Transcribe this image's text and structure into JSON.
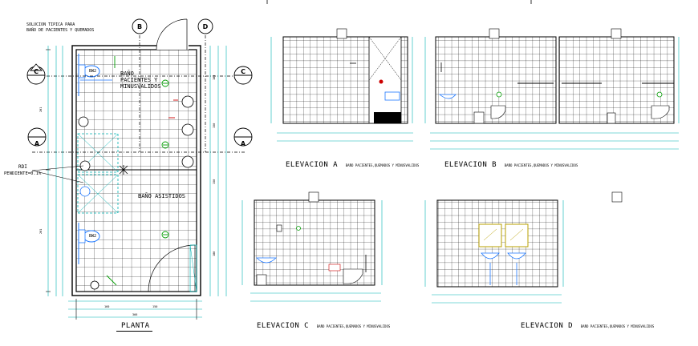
{
  "header": {
    "line1": "SOLUCION TIPICA PARA",
    "line2": "BAÑO DE PACIENTES Y QUEMADOS"
  },
  "plan": {
    "title": "PLANTA",
    "room1_line1": "BAÑO",
    "room1_line2": "PACIENTES Y",
    "room1_line3": "MINUSVALIDOS",
    "room2": "BAÑO ASISTIDOS",
    "rdi_label": "RDI",
    "slope_label": "PENDIENTE=0.1%",
    "section_marks": [
      "A",
      "B",
      "C",
      "D"
    ],
    "fixture_code": "BW2"
  },
  "elevations": [
    {
      "title": "ELEVACION  A",
      "subtitle": "BAÑO PACIENTES,QUEMADOS Y MINUSVALIDOS"
    },
    {
      "title": "ELEVACION  B",
      "subtitle": "BAÑO PACIENTES,QUEMADOS Y MINUSVALIDOS"
    },
    {
      "title": "ELEVACION  C",
      "subtitle": "BAÑO PACIENTES,QUEMADOS Y MINUSVALIDOS"
    },
    {
      "title": "ELEVACION  D",
      "subtitle": "BAÑO PACIENTES,QUEMADOS Y MINUSVALIDOS"
    }
  ],
  "colors": {
    "lines": "#000000",
    "dimensions": "#00b4b4",
    "fixtures": "#1e78ff",
    "ground": "#009c00",
    "accent_red": "#cc0000",
    "mirror": "#b8a000"
  }
}
